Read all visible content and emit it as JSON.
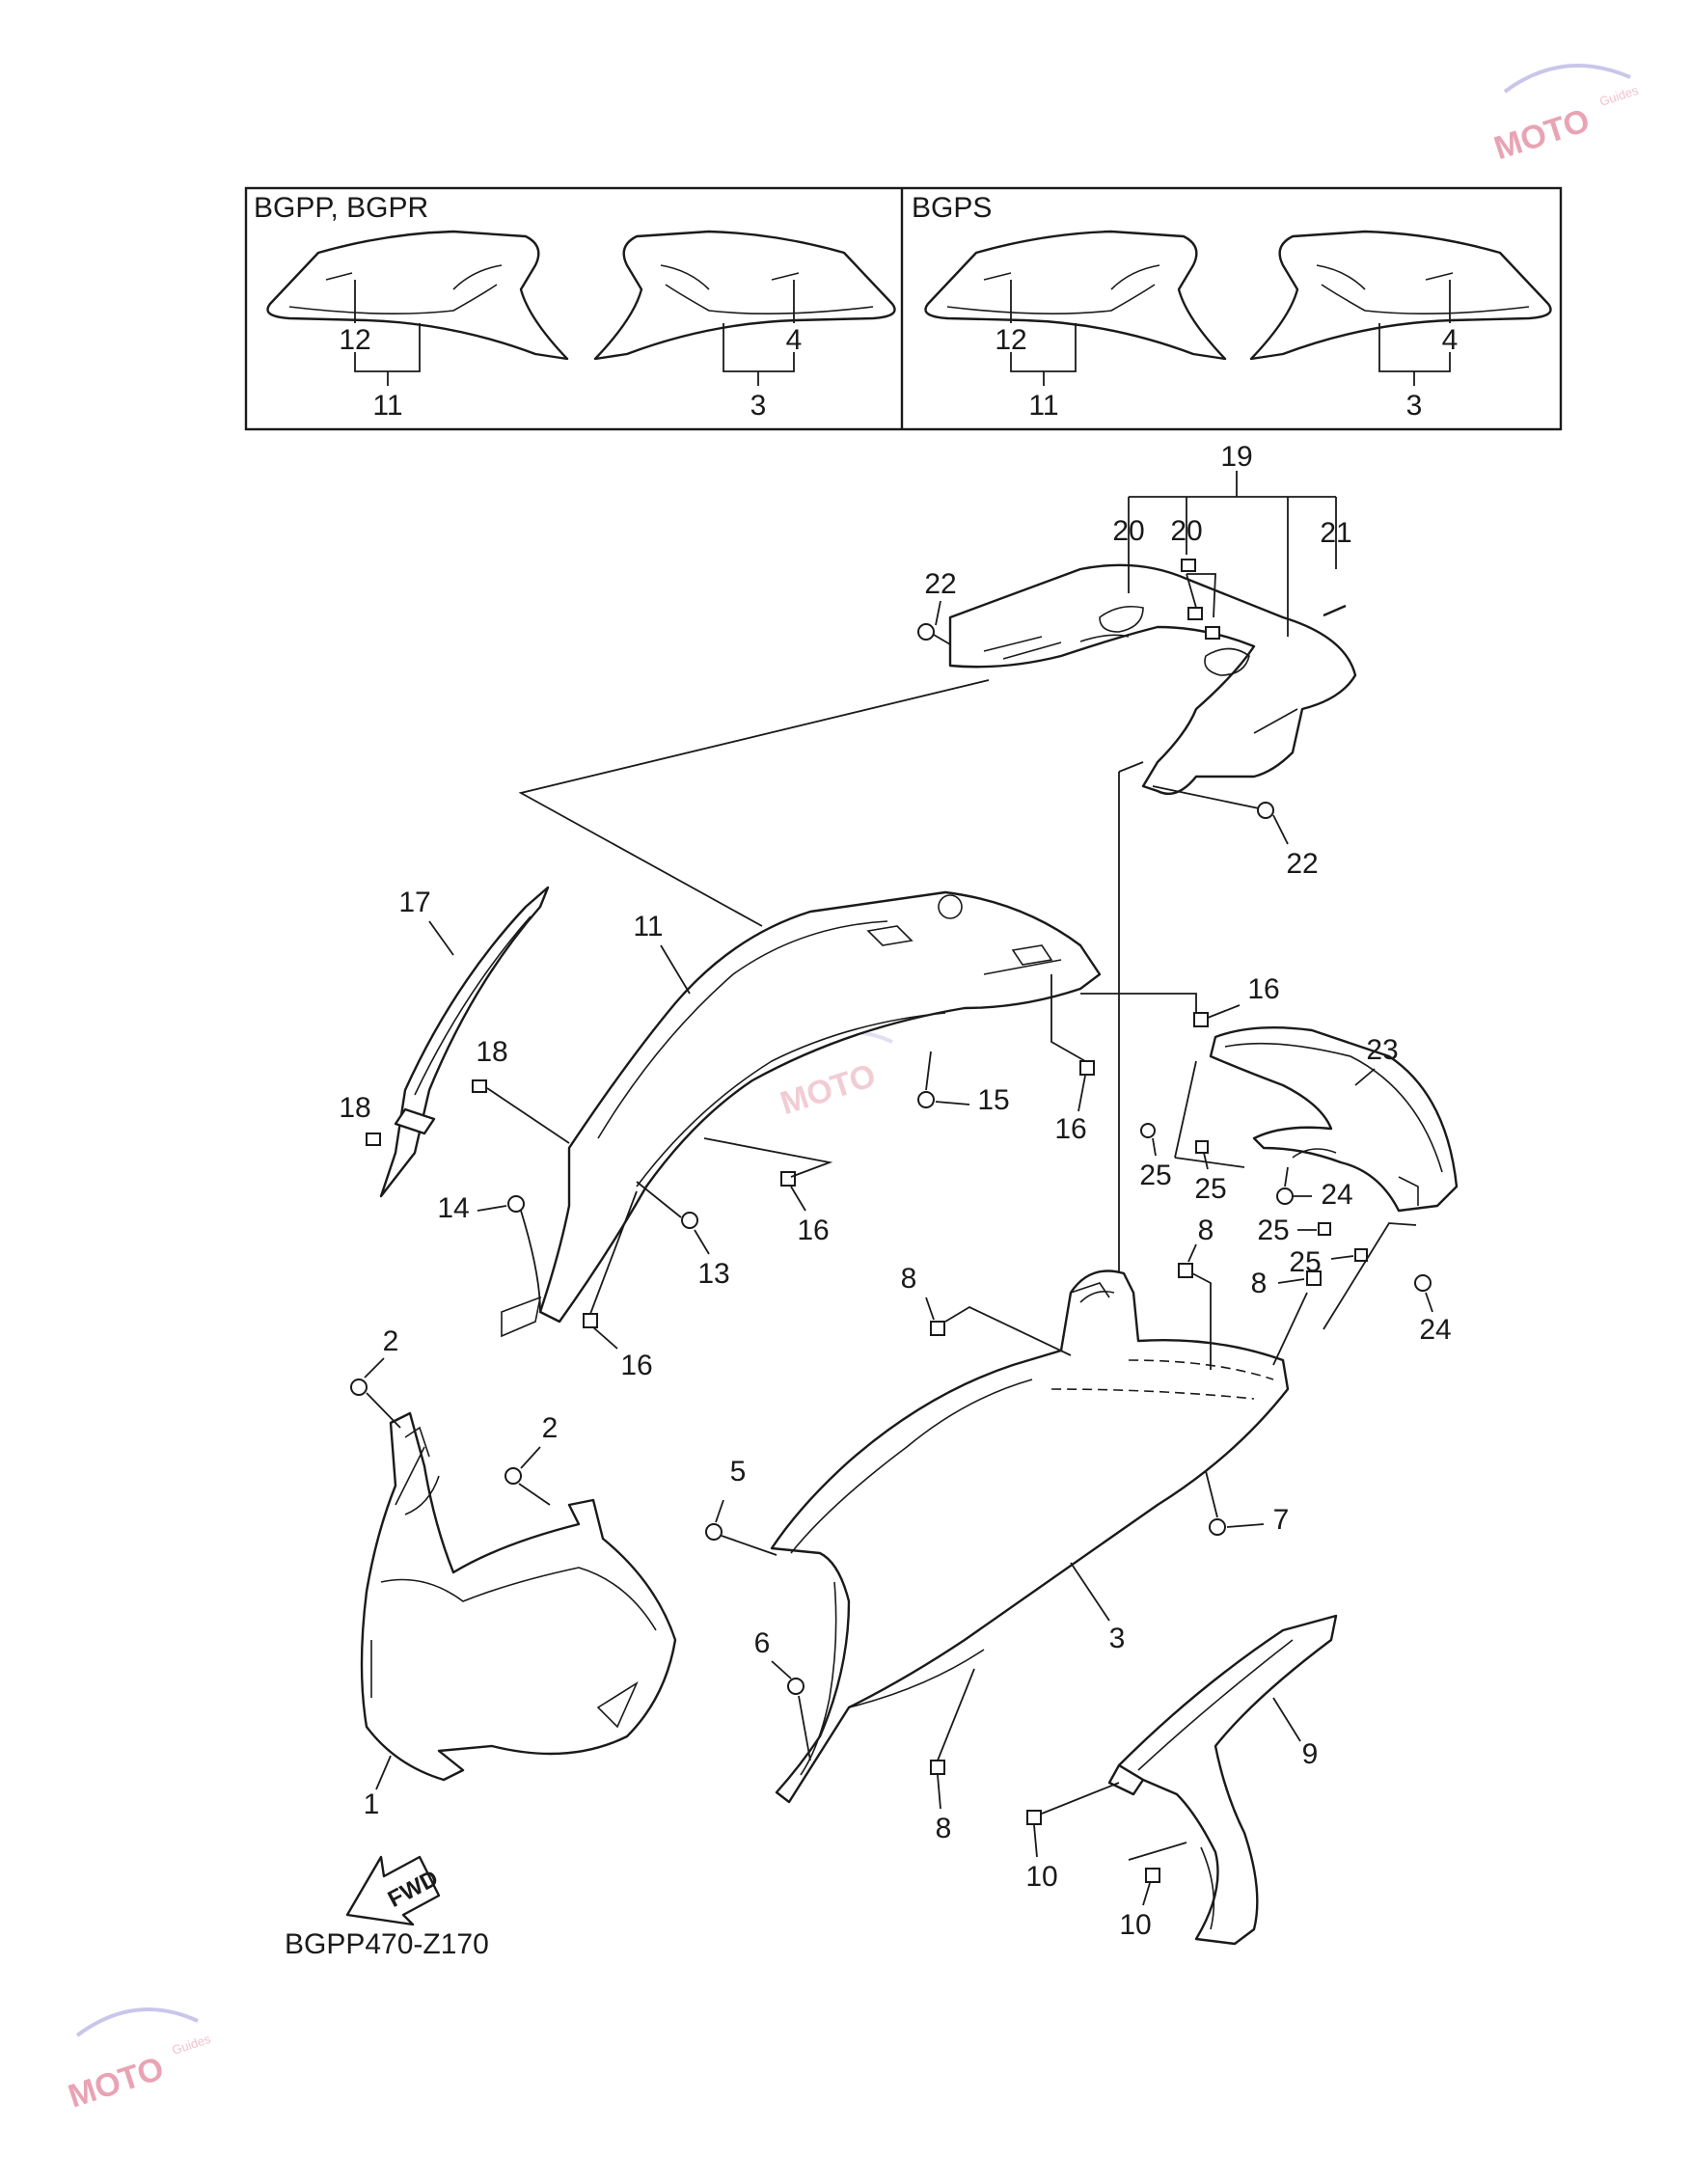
{
  "figure_code": "BGPP470-Z170",
  "fwd_label": "FWD",
  "variant_panels": [
    {
      "label": "BGPP, BGPR",
      "left_numbers": [
        "12",
        "11"
      ],
      "right_numbers": [
        "4",
        "3"
      ]
    },
    {
      "label": "BGPS",
      "left_numbers": [
        "12",
        "11"
      ],
      "right_numbers": [
        "4",
        "3"
      ]
    }
  ],
  "callouts": {
    "c1": "1",
    "c2a": "2",
    "c2b": "2",
    "c3": "3",
    "c5": "5",
    "c6": "6",
    "c7": "7",
    "c8a": "8",
    "c8b": "8",
    "c8c": "8",
    "c8d": "8",
    "c9": "9",
    "c10a": "10",
    "c10b": "10",
    "c11": "11",
    "c13": "13",
    "c14": "14",
    "c15": "15",
    "c16a": "16",
    "c16b": "16",
    "c16c": "16",
    "c16d": "16",
    "c17": "17",
    "c18a": "18",
    "c18b": "18",
    "c19": "19",
    "c20a": "20",
    "c20b": "20",
    "c21": "21",
    "c22a": "22",
    "c22b": "22",
    "c23": "23",
    "c24a": "24",
    "c24b": "24",
    "c25a": "25",
    "c25b": "25",
    "c25c": "25",
    "c25d": "25"
  },
  "watermark": {
    "text": "MOTO",
    "sub": "Guides",
    "color": "#e9a3b4"
  }
}
